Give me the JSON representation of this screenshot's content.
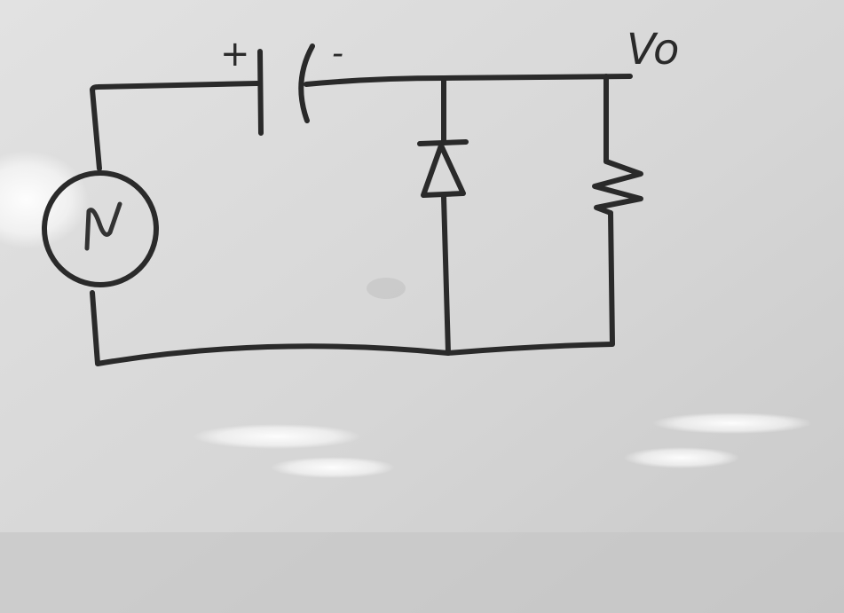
{
  "diagram": {
    "description_free": true,
    "labels": {
      "capacitor_plus": "+",
      "capacitor_minus": "-",
      "output_voltage": "Vo",
      "source_symbol": "~"
    },
    "components": {
      "source": "ac-voltage-source",
      "capacitor": "polarized-capacitor",
      "diode": "diode",
      "resistor": "resistor"
    },
    "colors": {
      "ink": "#2a2a2a",
      "board": "#d7d7d7",
      "glare": "#ffffff"
    }
  }
}
